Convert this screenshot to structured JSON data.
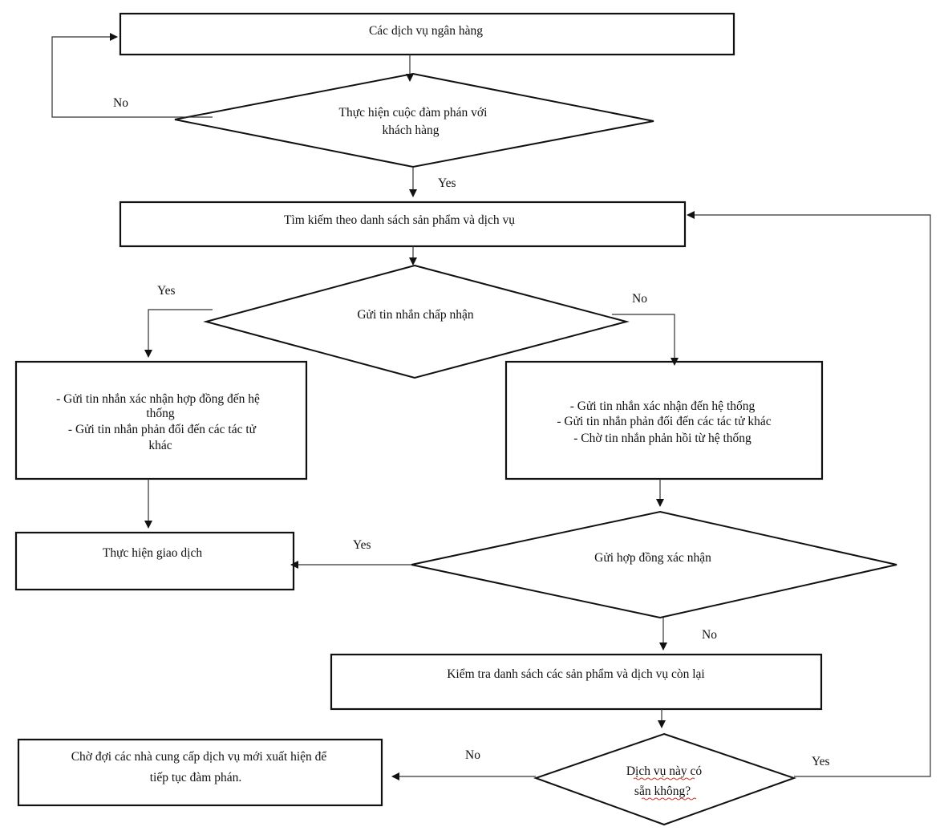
{
  "nodes": {
    "banking_services": "Các dịch vụ ngân hàng",
    "negotiate": [
      "Thực hiện cuộc đàm phán với",
      "khách hàng"
    ],
    "search_list": "Tìm kiếm theo danh sách sản phẩm và dịch vụ",
    "send_accept": "Gửi tin nhắn chấp nhận",
    "left_actions": [
      "- Gửi tin nhắn xác nhận hợp đồng đến hệ",
      "thống",
      "- Gửi tin nhắn phản đối đến các tác tử",
      "khác"
    ],
    "right_actions": [
      "- Gửi tin nhắn xác nhận đến hệ thống",
      "- Gửi tin nhắn phản đối đến các tác tử khác",
      "- Chờ tin nhắn phản hồi từ hệ thống"
    ],
    "do_transaction": "Thực hiện giao dịch",
    "send_contract": "Gửi hợp đồng xác nhận",
    "check_remaining": "Kiểm tra danh sách các sản phẩm và dịch vụ còn lại",
    "wait_providers": [
      "Chờ đợi các nhà cung cấp dịch vụ mới xuất hiện để",
      "tiếp tục đàm phán."
    ],
    "service_available": [
      "Dịch vụ này có",
      "sẵn không?"
    ]
  },
  "edges": {
    "no_loop": "No",
    "yes_search": "Yes",
    "yes_left": "Yes",
    "no_right": "No",
    "yes_transaction": "Yes",
    "no_check": "No",
    "no_wait": "No",
    "yes_back": "Yes"
  }
}
